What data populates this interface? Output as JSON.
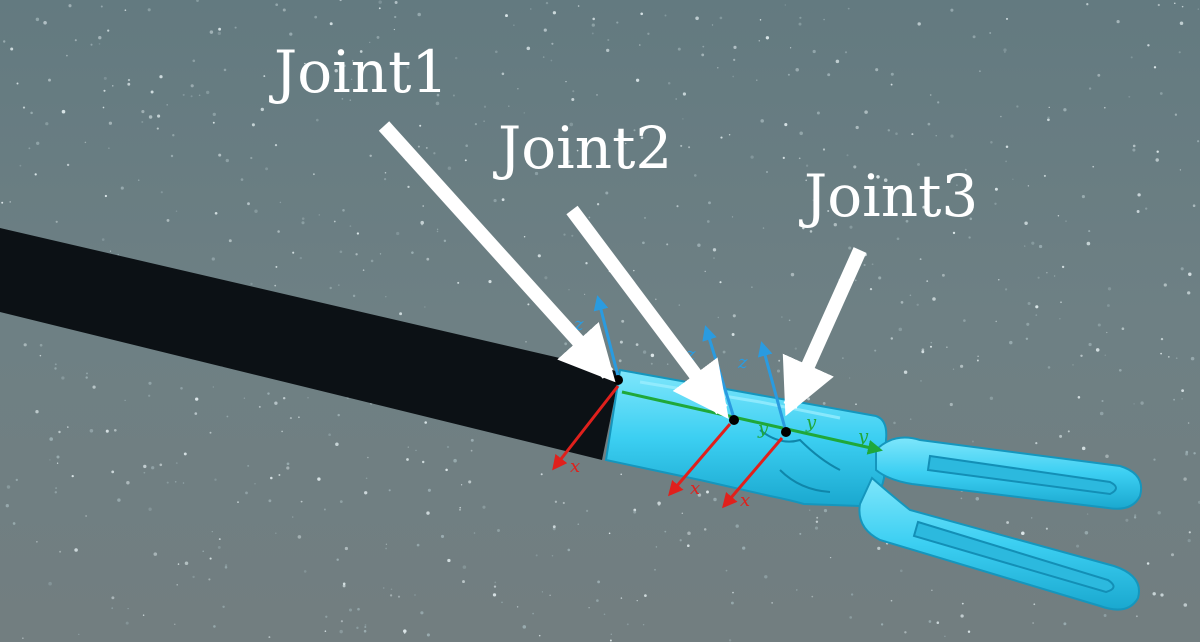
{
  "joints": [
    {
      "id": "joint1",
      "label": "Joint1"
    },
    {
      "id": "joint2",
      "label": "Joint2"
    },
    {
      "id": "joint3",
      "label": "Joint3"
    }
  ],
  "axes": {
    "x_label": "x",
    "y_label": "y",
    "z_label": "z",
    "colors": {
      "x": "#e0201c",
      "y": "#1fa83a",
      "z": "#2a9be0"
    }
  },
  "colors": {
    "shaft": "#0c1115",
    "instrument": "#3fd0f2",
    "background": "#6b7f84",
    "arrows": "#ffffff"
  }
}
